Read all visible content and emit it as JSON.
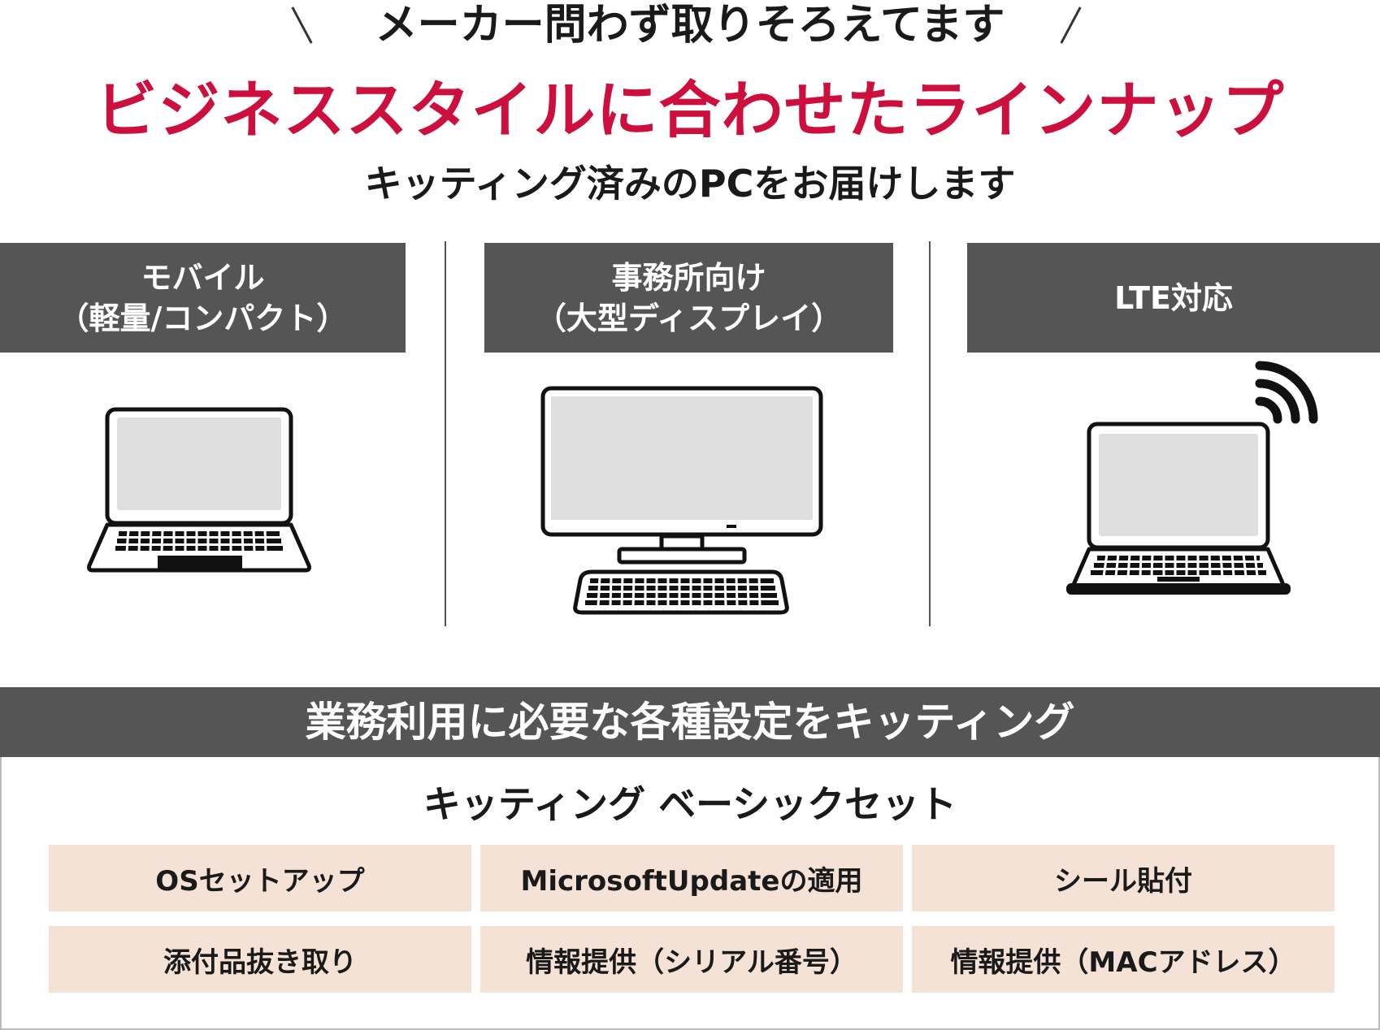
{
  "header": {
    "tagline": "メーカー問わず取りそろえてます",
    "main_title": "ビジネススタイルに合わせたラインナップ",
    "sub_title": "キッティング済みのPCをお届けします"
  },
  "categories": [
    {
      "line1": "モバイル",
      "line2": "（軽量/コンパクト）",
      "icon": "laptop-icon"
    },
    {
      "line1": "事務所向け",
      "line2": "（大型ディスプレイ）",
      "icon": "desktop-monitor-icon"
    },
    {
      "line1": "LTE対応",
      "line2": "",
      "icon": "lte-laptop-icon"
    }
  ],
  "kitting": {
    "banner": "業務利用に必要な各種設定をキッティング",
    "set_title": "キッティング ベーシックセット",
    "items": [
      "OSセットアップ",
      "MicrosoftUpdateの適用",
      "シール貼付",
      "添付品抜き取り",
      "情報提供（シリアル番号）",
      "情報提供（MACアドレス）"
    ]
  },
  "colors": {
    "accent_red": "#cc0f3d",
    "bar_gray": "#555555",
    "item_bg": "#f4e2d6",
    "screen_gray": "#dedede"
  }
}
